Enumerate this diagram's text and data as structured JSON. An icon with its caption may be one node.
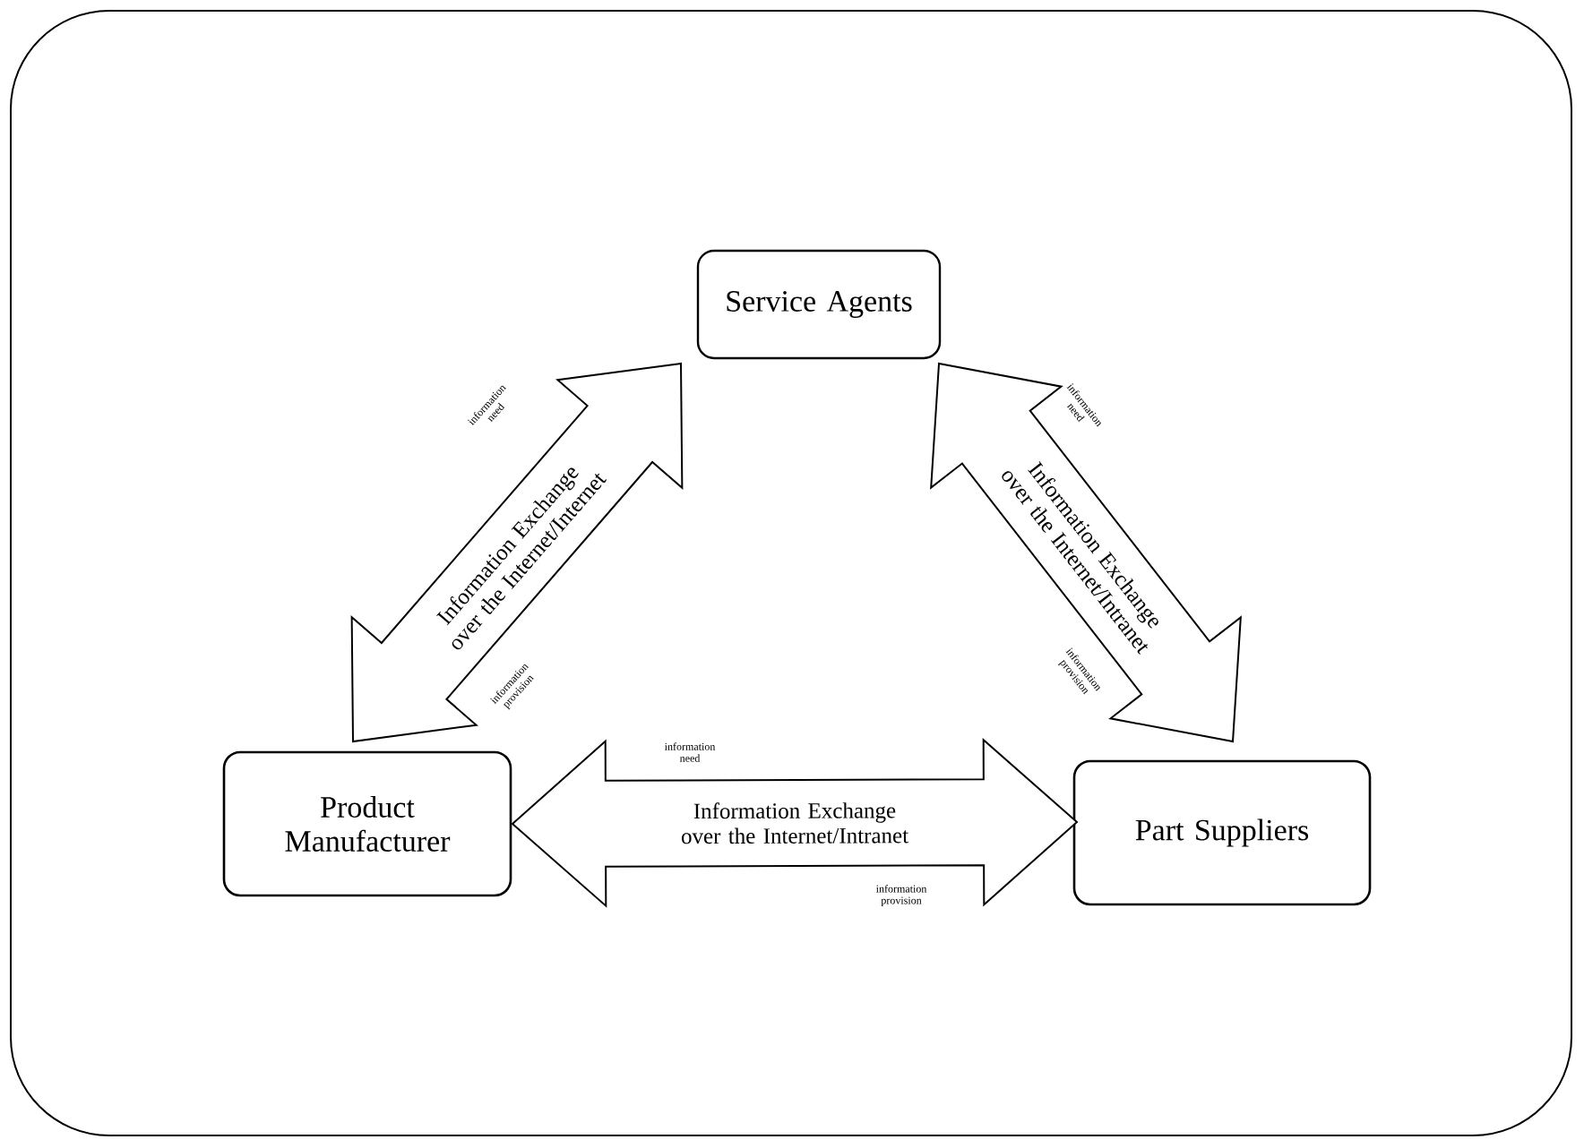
{
  "diagram": {
    "nodes": [
      {
        "text": [
          "Service Agents"
        ]
      },
      {
        "text": [
          "Product Manufacturer"
        ]
      },
      {
        "text": [
          "Part Suppliers"
        ]
      }
    ],
    "edges": [
      {
        "from": 0,
        "to": 1,
        "arrow": "both",
        "label": "Information Exchange over the Internet/Internet"
      },
      {
        "from": 0,
        "to": 2,
        "arrow": "both",
        "label": "Information Exchange over the Internet/Intranet"
      },
      {
        "from": 1,
        "to": 2,
        "arrow": "both",
        "label": "Information Exchange over the Internet/Intranet"
      }
    ],
    "labels": [
      "information need",
      "information provision",
      "information need",
      "information provision",
      "information need",
      "information provision"
    ]
  }
}
